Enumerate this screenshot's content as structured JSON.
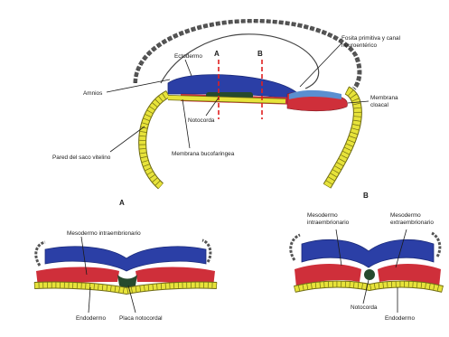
{
  "labels": {
    "ectodermo": "Ectodermo",
    "section_a_marker": "A",
    "section_b_marker": "B",
    "fosita": "Fosita primitiva y canal",
    "fosita_line2": "neuroentérico",
    "amnios": "Amnios",
    "membrana_cloacal": "Membrana",
    "membrana_cloacal_line2": "cloacal",
    "notocorda_top": "Notocorda",
    "pared_saco": "Pared del saco vitelino",
    "membrana_bucofaringea": "Membrana bucofaringea",
    "panel_a_title": "A",
    "panel_b_title": "B",
    "a_mesodermo": "Mesodermo intraembrionario",
    "a_endodermo": "Endodermo",
    "a_placa": "Placa notocordal",
    "b_mesodermo_intra": "Mesodermo",
    "b_mesodermo_intra_line2": "intraembrionario",
    "b_mesodermo_extra": "Mesodermo",
    "b_mesodermo_extra_line2": "extraembrionario",
    "b_notocorda": "Notocorda",
    "b_endodermo": "Endodermo"
  },
  "colors": {
    "background": "#ffffff",
    "ectoderm": "#2b3fa6",
    "ectoderm_light": "#4b63c8",
    "mesoderm": "#cf2f3a",
    "endoderm": "#e7e33a",
    "endoderm_stroke": "#6e6a14",
    "notochord": "#264a2e",
    "section_line": "#e02020",
    "amnion": "#555555",
    "cloacal_blue": "#5b8fd0"
  }
}
